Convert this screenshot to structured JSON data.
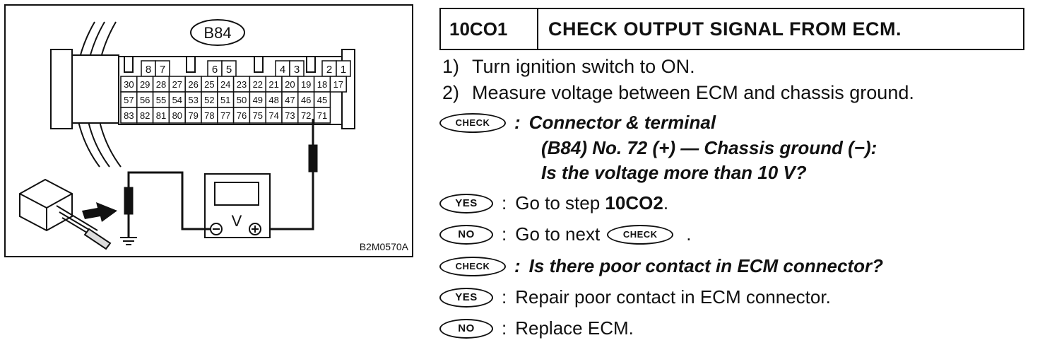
{
  "diagram": {
    "connector_label": "B84",
    "figure_code": "B2M0570A",
    "meter_symbol": "V",
    "minus": "−",
    "plus": "+",
    "top_pins": [
      "8",
      "7",
      "6",
      "5",
      "4",
      "3",
      "2",
      "1"
    ],
    "pin_rows": [
      [
        "30",
        "29",
        "28",
        "27",
        "26",
        "25",
        "24",
        "23",
        "22",
        "21",
        "20",
        "19",
        "18",
        "17"
      ],
      [
        "57",
        "56",
        "55",
        "54",
        "53",
        "52",
        "51",
        "50",
        "49",
        "48",
        "47",
        "46",
        "45"
      ],
      [
        "83",
        "82",
        "81",
        "80",
        "79",
        "78",
        "77",
        "76",
        "75",
        "74",
        "73",
        "72",
        "71"
      ]
    ]
  },
  "step": {
    "code": "10CO1",
    "title": "CHECK OUTPUT SIGNAL FROM ECM."
  },
  "instructions": [
    {
      "num": "1)",
      "text": "Turn ignition switch to ON."
    },
    {
      "num": "2)",
      "text": "Measure voltage between ECM and chassis ground."
    }
  ],
  "check1": {
    "badge": "CHECK",
    "sep": ":",
    "line1": "Connector & terminal",
    "line2": "(B84) No. 72 (+) — Chassis ground (−):",
    "line3": "Is the voltage more than 10 V?"
  },
  "yes1": {
    "badge": "YES",
    "sep": ":",
    "text": "Go to step ",
    "bold": "10CO2",
    "after": "."
  },
  "no1": {
    "badge": "NO",
    "sep": ":",
    "text": "Go to next",
    "badge2": "CHECK",
    "after": "."
  },
  "check2": {
    "badge": "CHECK",
    "sep": ":",
    "text": "Is there poor contact in ECM connector?"
  },
  "yes2": {
    "badge": "YES",
    "sep": ":",
    "text": "Repair poor contact in ECM connector."
  },
  "no2": {
    "badge": "NO",
    "sep": ":",
    "text": "Replace ECM."
  }
}
